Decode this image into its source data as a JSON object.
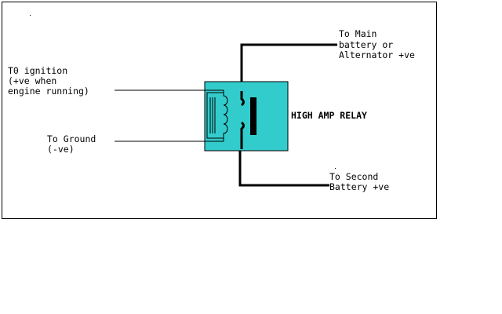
{
  "diagram": {
    "relay_label": "HIGH AMP RELAY",
    "ignition_label": [
      "T0 ignition",
      "(+ve when",
      "engine running)"
    ],
    "ground_label": [
      "To Ground",
      "(-ve)"
    ],
    "main_battery_label": [
      "To Main",
      "battery or",
      "Alternator +ve"
    ],
    "second_battery_label": [
      "To Second",
      "Battery +ve"
    ],
    "relay_color": "#33CCCC",
    "line_color": "#000000",
    "frame_color": "#000000"
  }
}
